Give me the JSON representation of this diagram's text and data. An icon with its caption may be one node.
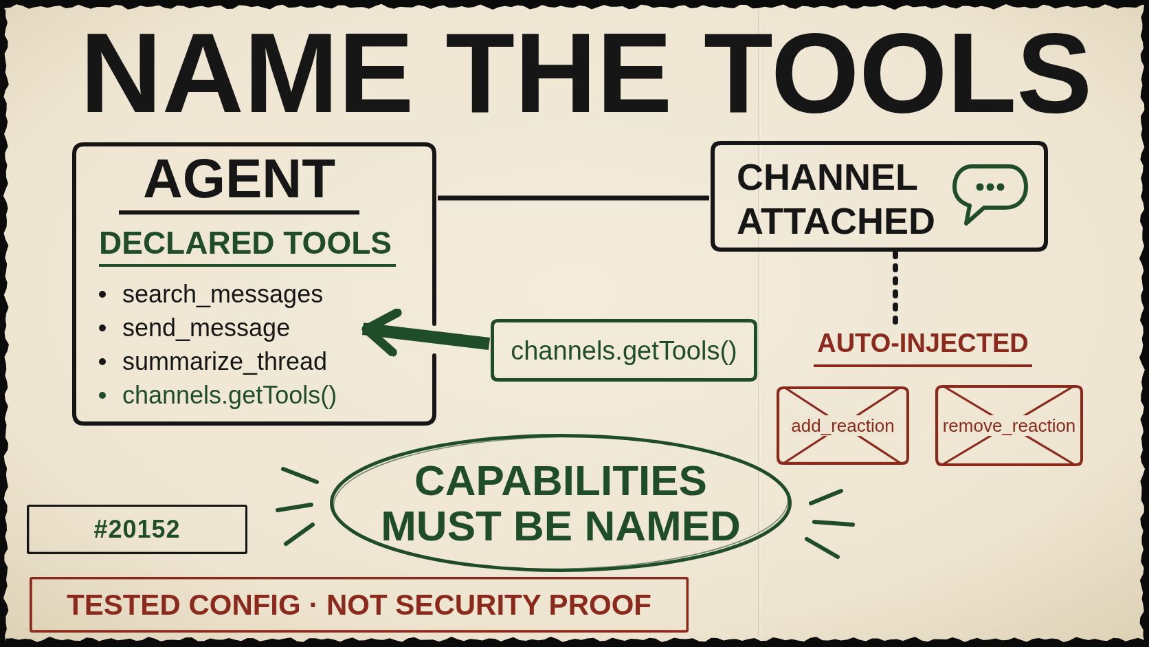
{
  "diagram": {
    "title": "NAME THE TOOLS",
    "nodes": [
      {
        "text": [
          "AGENT",
          "DECLARED TOOLS"
        ]
      },
      {
        "text": [
          "search_messages",
          "send_message",
          "summarize_thread",
          "channels.getTools()"
        ],
        "in": 0
      },
      {
        "text": [
          "CHANNEL ATTACHED"
        ]
      },
      {
        "text": [
          "channels.getTools()"
        ]
      },
      {
        "text": [
          "AUTO-INJECTED"
        ]
      },
      {
        "text": [
          "add_reaction"
        ]
      },
      {
        "text": [
          "remove_reaction"
        ]
      },
      {
        "text": [
          "CAPABILITIES MUST BE NAMED"
        ]
      },
      {
        "text": [
          "#20152"
        ]
      },
      {
        "text": [
          "TESTED CONFIG · NOT SECURITY PROOF"
        ]
      }
    ],
    "edges": [
      {
        "from": 0,
        "to": 2,
        "arrow": "none"
      },
      {
        "from": 2,
        "to": 4,
        "arrow": "none",
        "style": "dashed"
      },
      {
        "from": 3,
        "to": 1,
        "arrow": "to",
        "style": "thick",
        "color": "#1f4d27"
      }
    ]
  }
}
